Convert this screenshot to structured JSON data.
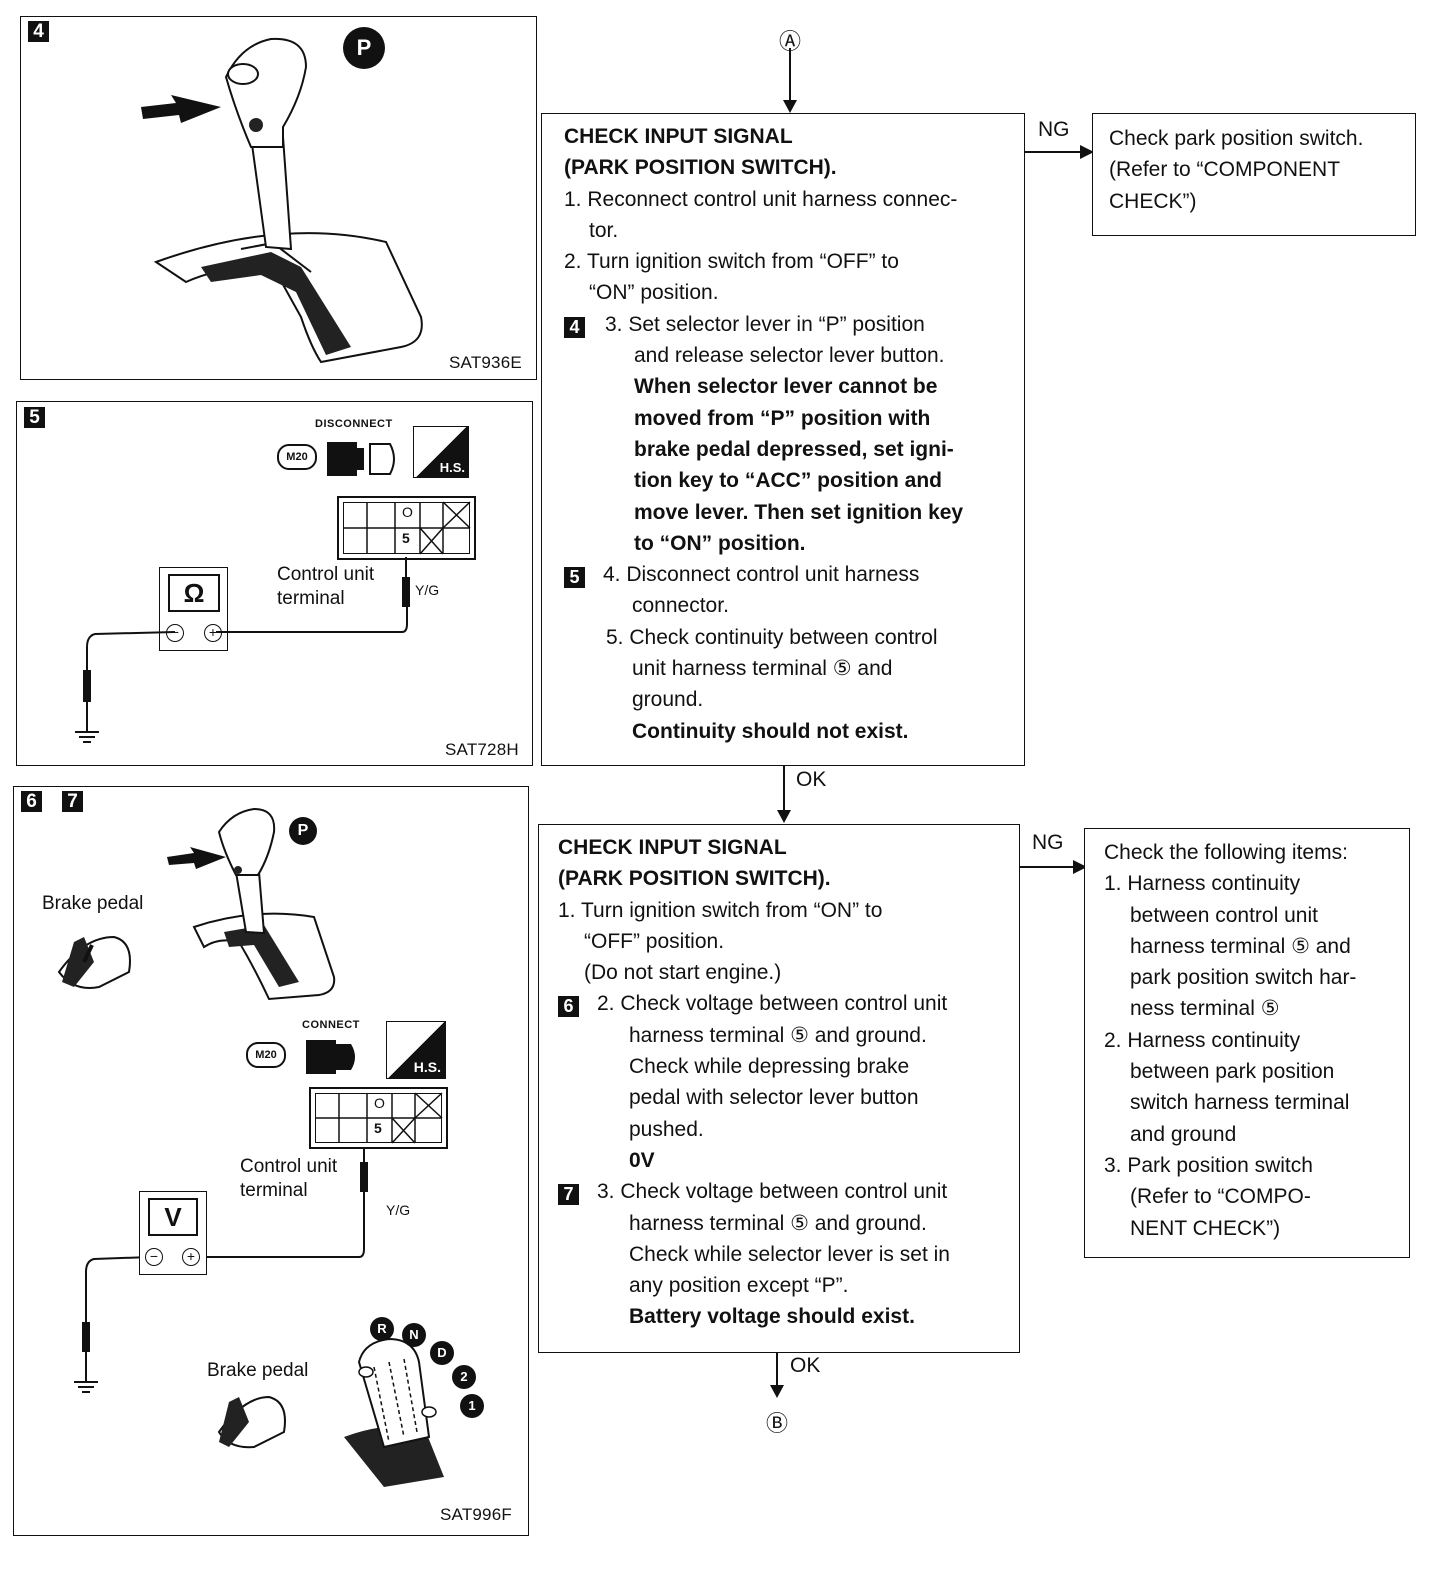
{
  "fig4": {
    "num": "4",
    "code": "SAT936E",
    "p_badge": "P"
  },
  "fig5": {
    "num": "5",
    "code": "SAT728H",
    "disconnect": "DISCONNECT",
    "conn": "M20",
    "hs": "H.S.",
    "ohm": "Ω",
    "terminal_o": "O",
    "terminal_5": "5",
    "label_line1": "Control unit",
    "label_line2": "terminal",
    "wire": "Y/G"
  },
  "fig67": {
    "num_a": "6",
    "num_b": "7",
    "code": "SAT996F",
    "p_badge": "P",
    "brake_pedal_1": "Brake pedal",
    "brake_pedal_2": "Brake pedal",
    "connect": "CONNECT",
    "conn": "M20",
    "hs": "H.S.",
    "volt": "V",
    "terminal_o": "O",
    "terminal_5": "5",
    "label_line1": "Control unit",
    "label_line2": "terminal",
    "wire": "Y/G",
    "gears": [
      "R",
      "N",
      "D",
      "2",
      "1"
    ]
  },
  "flow": {
    "marker_top": "Ⓐ",
    "marker_bottom": "Ⓑ",
    "ng1": "NG",
    "ng2": "NG",
    "ok1": "OK",
    "ok2": "OK",
    "box1": {
      "h1": "CHECK INPUT SIGNAL",
      "h2": "(PARK POSITION SWITCH).",
      "l1": "1. Reconnect control unit harness connec-",
      "l2": "tor.",
      "l3": "2. Turn ignition switch from “OFF” to",
      "l4": "“ON” position.",
      "tag4": "4",
      "l5": "3. Set selector lever in “P” position",
      "l6": "and release selector lever button.",
      "b1": "When selector lever cannot be",
      "b2": "moved from “P” position with",
      "b3": "brake pedal depressed, set igni-",
      "b4": "tion key to “ACC” position and",
      "b5": "move lever. Then set ignition key",
      "b6": "to “ON” position.",
      "tag5": "5",
      "l7": "4. Disconnect control unit harness",
      "l8": "connector.",
      "l9": "5. Check continuity between control",
      "l10": "unit harness terminal ⑤  and",
      "l11": "ground.",
      "b7": "Continuity should not exist."
    },
    "box2": {
      "l1": "Check park position switch.",
      "l2": "(Refer to “COMPONENT",
      "l3": "CHECK”)"
    },
    "box3": {
      "h1": "CHECK INPUT SIGNAL",
      "h2": "(PARK POSITION SWITCH).",
      "l1": "1. Turn ignition switch from “ON” to",
      "l2": "“OFF” position.",
      "l3": "(Do not start engine.)",
      "tag6": "6",
      "l4": "2. Check voltage between control unit",
      "l5": "harness terminal ⑤  and ground.",
      "l6": "Check while depressing brake",
      "l7": "pedal with selector lever button",
      "l8": "pushed.",
      "b1": "0V",
      "tag7": "7",
      "l9": "3. Check voltage between control unit",
      "l10": "harness terminal ⑤  and ground.",
      "l11": "Check while selector lever is set in",
      "l12": "any position except “P”.",
      "b2": "Battery voltage should exist."
    },
    "box4": {
      "l1": "Check the following items:",
      "l2": "1. Harness continuity",
      "l3": "between control unit",
      "l4": "harness terminal ⑤  and",
      "l5": "park position switch har-",
      "l6": "ness terminal ⑤",
      "l7": "2. Harness continuity",
      "l8": "between park position",
      "l9": "switch harness terminal",
      "l10": "and ground",
      "l11": "3. Park position switch",
      "l12": "(Refer to “COMPO-",
      "l13": "NENT CHECK”)"
    }
  }
}
